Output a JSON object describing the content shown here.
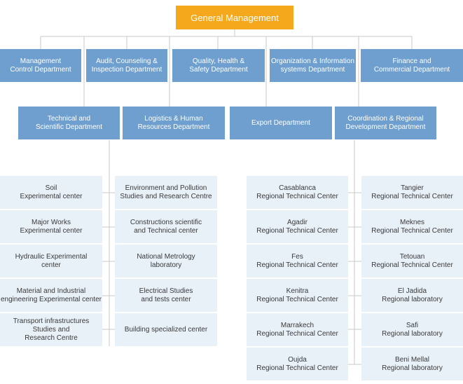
{
  "general": {
    "label": "General Management"
  },
  "departments_row1": [
    {
      "label": "Management\nControl Department"
    },
    {
      "label": "Audit, Counseling &\nInspection Department"
    },
    {
      "label": "Quality, Health &\nSafety Department"
    },
    {
      "label": "Organization & Information\nsystems Department"
    },
    {
      "label": "Finance and\nCommercial Department"
    }
  ],
  "departments_row2": [
    {
      "label": "Technical and\nScientific Department"
    },
    {
      "label": "Logistics & Human\nResources Department"
    },
    {
      "label": "Export Department"
    },
    {
      "label": "Coordination & Regional\nDevelopment Department"
    }
  ],
  "technical_left": [
    {
      "label": "Soil\nExperimental center"
    },
    {
      "label": "Major Works\nExperimental center"
    },
    {
      "label": "Hydraulic Experimental\ncenter"
    },
    {
      "label": "Material and Industrial\nengineering Experimental center"
    },
    {
      "label": "Transport infrastructures\nStudies and\nResearch Centre"
    }
  ],
  "technical_right": [
    {
      "label": "Environment and Pollution\nStudies and Research Centre"
    },
    {
      "label": "Constructions scientific\nand Technical center"
    },
    {
      "label": "National Metrology\nlaboratory"
    },
    {
      "label": "Electrical Studies\nand tests center"
    },
    {
      "label": "Building specialized center"
    }
  ],
  "regional_left": [
    {
      "label": "Casablanca\nRegional Technical Center"
    },
    {
      "label": "Agadir\nRegional Technical Center"
    },
    {
      "label": "Fes\nRegional Technical Center"
    },
    {
      "label": "Kenitra\nRegional Technical Center"
    },
    {
      "label": "Marrakech\nRegional Technical Center"
    },
    {
      "label": "Oujda\nRegional Technical Center"
    }
  ],
  "regional_right": [
    {
      "label": "Tangier\nRegional Technical Center"
    },
    {
      "label": "Meknes\nRegional Technical Center"
    },
    {
      "label": "Tetouan\nRegional Technical Center"
    },
    {
      "label": "El Jadida\nRegional laboratory"
    },
    {
      "label": "Safi\nRegional laboratory"
    },
    {
      "label": "Beni Mellal\nRegional laboratory"
    }
  ],
  "colors": {
    "general": "#f5a81c",
    "department": "#6e9fcf",
    "center": "#e8f0f8",
    "connector": "#c8c8c8"
  }
}
